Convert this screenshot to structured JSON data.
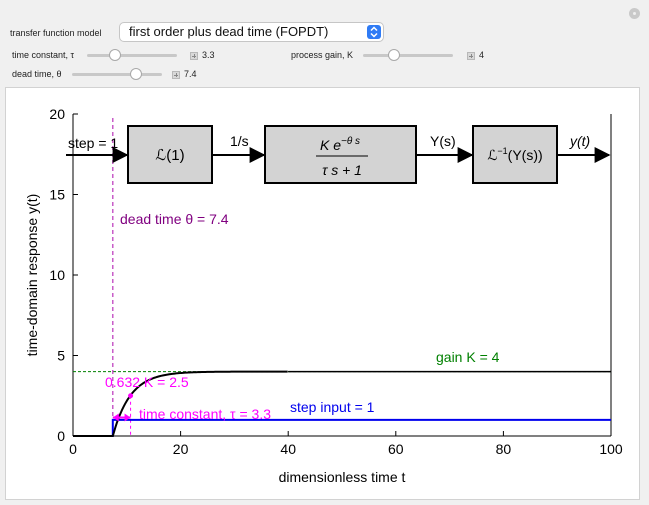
{
  "controls": {
    "model_label": "transfer function model",
    "model_value": "first order plus dead time (FOPDT)",
    "tau_label": "time constant, τ",
    "tau_value": "3.3",
    "K_label": "process gain, K",
    "K_value": "4",
    "theta_label": "dead time, θ",
    "theta_value": "7.4"
  },
  "sliders": {
    "tau_fraction": 0.12,
    "K_fraction": 0.32,
    "theta_fraction": 0.74
  },
  "block_diagram": {
    "step_label": "step = 1",
    "laplace_block": "ℒ(1)",
    "one_over_s": "1/s",
    "tf_numerator": "K e",
    "tf_exponent": "−θ s",
    "tf_denominator": "τ s + 1",
    "Ys": "Y(s)",
    "inv_block": "ℒ",
    "inv_sup": "−1",
    "inv_arg": "(Y(s))",
    "yt": "y(t)"
  },
  "annotations": {
    "dead_time": "dead time θ = 7.4",
    "gain": "gain K = 4",
    "pct": "0.632 K = 2.5",
    "time_constant": "time constant, τ = 3.3",
    "step_input": "step input = 1"
  },
  "colors": {
    "response": "#000000",
    "step": "#0000ee",
    "gain": "#008000",
    "dead_time": "#800080",
    "tau": "#ff00ff",
    "accent": "#2f7bf5"
  },
  "chart_data": {
    "type": "line",
    "xlabel": "dimensionless time t",
    "ylabel": "time-domain response y(t)",
    "xlim": [
      0,
      100
    ],
    "ylim": [
      0,
      20
    ],
    "xticks": [
      0,
      20,
      40,
      60,
      80,
      100
    ],
    "yticks": [
      0,
      5,
      10,
      15,
      20
    ],
    "params": {
      "tau": 3.3,
      "K": 4,
      "theta": 7.4
    },
    "series": [
      {
        "description": "FOPDT response y(t) = K(1 − e^{−(t−θ)/τ}) for t > θ"
      },
      {
        "name": "step input = 1",
        "x": [
          0,
          7.4,
          7.4,
          100
        ],
        "y": [
          0,
          0,
          1,
          1
        ]
      }
    ],
    "reference_lines": {
      "gain_y": 4,
      "dead_time_x": 7.4,
      "tau_end_x": 10.7,
      "pct_y": 2.5
    }
  }
}
